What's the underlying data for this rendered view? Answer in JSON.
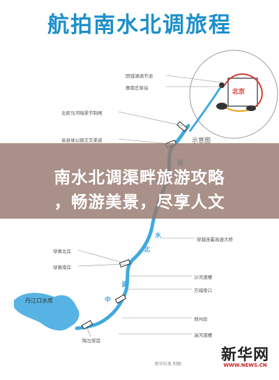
{
  "title": "航拍南水北调旅程",
  "banner": {
    "line1": "南水北调渠畔旅游攻略",
    "line2": "，畅游美景，尽享人文"
  },
  "map": {
    "inset_beijing": "北京",
    "inset_caption": "示意图",
    "labels": [
      "团城湖调节池",
      "惠南庄泵站",
      "北拒马河暗渠节制闸",
      "易县境公路交叉渠道",
      "穿黄北岸",
      "穿黄南岸",
      "穿越连霍高速大桥",
      "沙河渡槽",
      "方城垭口",
      "郑州段",
      "湍河渡槽",
      "陶岔渠首"
    ],
    "lake": "丹江口水库",
    "route_text": [
      "南",
      "水",
      "北",
      "调",
      "中"
    ]
  },
  "logo": {
    "cn": "新华网",
    "url": "WWW.NEWS.CN"
  },
  "credit": "新华社发 制图"
}
